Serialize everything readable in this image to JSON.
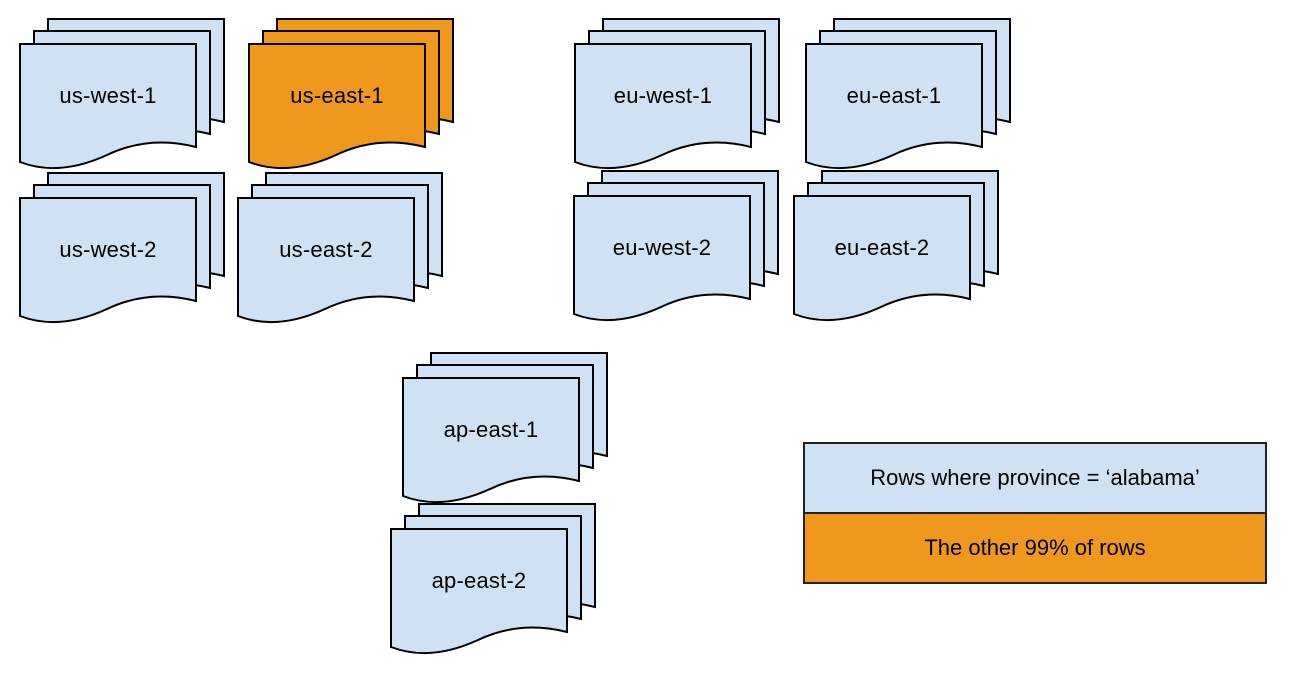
{
  "diagram": {
    "description_colors": {
      "page_blue": "#cfe2f3",
      "page_orange": "#f0981e",
      "outline": "#000000"
    },
    "stacks": [
      {
        "label": "us-west-1",
        "variant": "blue"
      },
      {
        "label": "us-east-1",
        "variant": "orange"
      },
      {
        "label": "eu-west-1",
        "variant": "blue"
      },
      {
        "label": "eu-east-1",
        "variant": "blue"
      },
      {
        "label": "us-west-2",
        "variant": "blue"
      },
      {
        "label": "us-east-2",
        "variant": "blue"
      },
      {
        "label": "eu-west-2",
        "variant": "blue"
      },
      {
        "label": "eu-east-2",
        "variant": "blue"
      },
      {
        "label": "ap-east-1",
        "variant": "blue"
      },
      {
        "label": "ap-east-2",
        "variant": "blue"
      }
    ],
    "legend": {
      "rows": [
        {
          "label": "Rows where province = ‘alabama’",
          "variant": "blue"
        },
        {
          "label": "The other 99% of rows",
          "variant": "orange"
        }
      ]
    }
  }
}
